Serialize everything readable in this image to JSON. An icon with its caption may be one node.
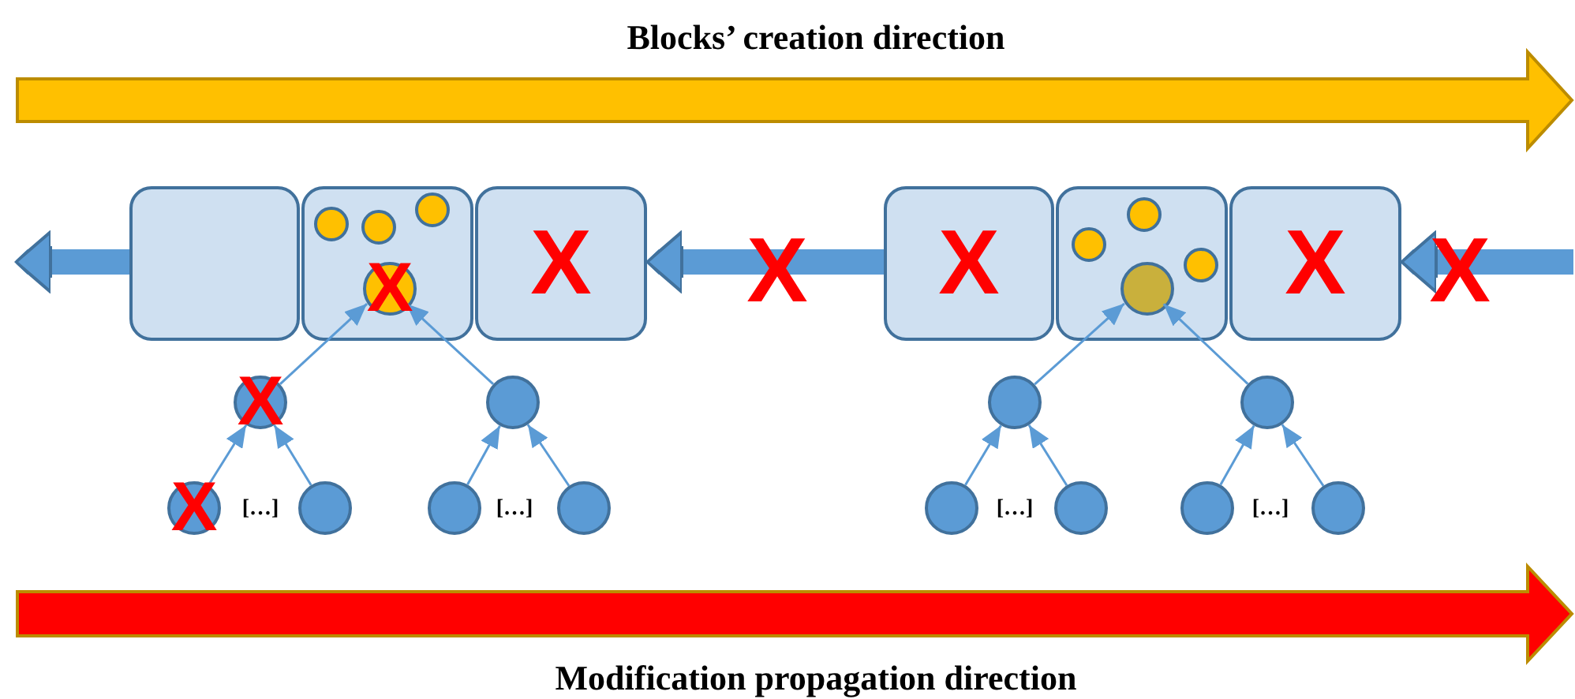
{
  "diagram": {
    "nodes": [
      {
        "text": [],
        "shape": "box"
      },
      {
        "text": [],
        "shape": "box"
      },
      {
        "text": [],
        "shape": "circle",
        "in": 1
      },
      {
        "text": [],
        "shape": "circle",
        "in": 1
      },
      {
        "text": [],
        "shape": "circle",
        "in": 1
      },
      {
        "text": [
          "X"
        ],
        "in": 1
      },
      {
        "text": [
          "X"
        ]
      },
      {
        "text": [
          "X"
        ]
      },
      {
        "text": [],
        "shape": "box"
      },
      {
        "text": [],
        "shape": "circle",
        "in": 8
      },
      {
        "text": [],
        "shape": "circle",
        "in": 8
      },
      {
        "text": [],
        "shape": "circle",
        "in": 8
      },
      {
        "text": [],
        "shape": "circle",
        "in": 8
      },
      {
        "text": [
          "X"
        ]
      },
      {
        "text": [
          "X"
        ]
      },
      {
        "text": [],
        "shape": "circle"
      },
      {
        "text": [],
        "shape": "circle"
      },
      {
        "text": [],
        "shape": "circle"
      },
      {
        "text": [
          "X"
        ]
      },
      {
        "text": [],
        "shape": "circle"
      },
      {
        "text": [],
        "shape": "circle"
      },
      {
        "text": [],
        "shape": "circle"
      },
      {
        "text": [],
        "shape": "circle"
      },
      {
        "text": [],
        "shape": "circle"
      },
      {
        "text": [],
        "shape": "circle"
      },
      {
        "text": [],
        "shape": "circle"
      }
    ],
    "edges": [
      {
        "from": 0,
        "to": null,
        "arrow": "to",
        "style": "thick"
      },
      {
        "from": 7,
        "to": 6,
        "arrow": "to",
        "style": "thick",
        "label": "X"
      },
      {
        "from": null,
        "to": 13,
        "arrow": "to",
        "style": "thick",
        "label": "X"
      },
      {
        "from": 14,
        "to": 5,
        "arrow": "to"
      },
      {
        "from": 15,
        "to": 5,
        "arrow": "to"
      },
      {
        "from": 16,
        "to": 12,
        "arrow": "to"
      },
      {
        "from": 17,
        "to": 12,
        "arrow": "to"
      },
      {
        "from": 18,
        "to": 14,
        "arrow": "to"
      },
      {
        "from": 19,
        "to": 14,
        "arrow": "to"
      },
      {
        "from": 20,
        "to": 15,
        "arrow": "to"
      },
      {
        "from": 21,
        "to": 15,
        "arrow": "to"
      },
      {
        "from": 22,
        "to": 16,
        "arrow": "to"
      },
      {
        "from": 23,
        "to": 16,
        "arrow": "to"
      },
      {
        "from": 24,
        "to": 17,
        "arrow": "to"
      },
      {
        "from": 25,
        "to": 17,
        "arrow": "to"
      }
    ],
    "labels": [
      "Blocks’ creation direction",
      "[…]",
      "[…]",
      "[…]",
      "[…]",
      "Modification propagation direction"
    ]
  }
}
